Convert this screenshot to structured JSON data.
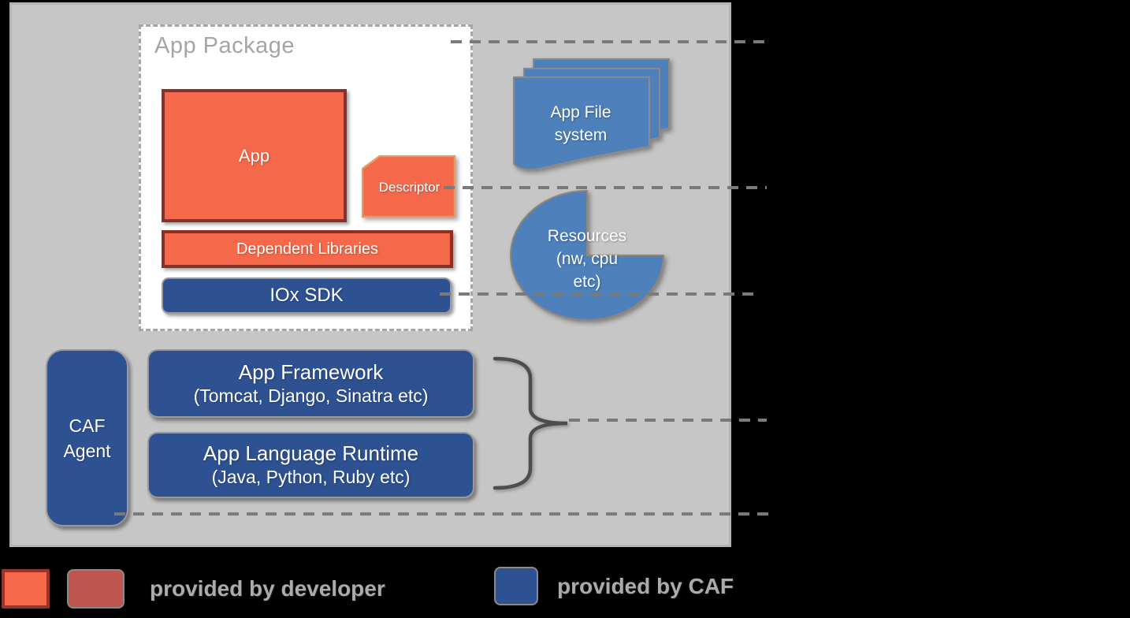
{
  "app_package": {
    "title": "App Package",
    "app_label": "App",
    "descriptor_label": "Descriptor",
    "dependent_libraries_label": "Dependent Libraries",
    "iox_sdk_label": "IOx SDK"
  },
  "platform": {
    "caf_agent_line1": "CAF",
    "caf_agent_line2": "Agent",
    "app_framework_line1": "App Framework",
    "app_framework_line2": "(Tomcat, Django, Sinatra etc)",
    "app_language_runtime_line1": "App Language Runtime",
    "app_language_runtime_line2": "(Java, Python, Ruby etc)"
  },
  "right_shapes": {
    "app_file_system_line1": "App File",
    "app_file_system_line2": "system",
    "resources_line1": "Resources",
    "resources_line2": "(nw, cpu",
    "resources_line3": "etc)"
  },
  "legend": {
    "developer_label": "provided by developer",
    "caf_label": "provided by CAF"
  },
  "colors": {
    "background": "#000000",
    "panel_fill": "#C6C6C6",
    "panel_border": "#B4B4B4",
    "orange_fill": "#F5694A",
    "orange_border": "#8C2F24",
    "descriptor_border": "#E89A62",
    "dark_blue_fill": "#2E5192",
    "medium_blue_fill": "#4E80BC",
    "maroon_fill": "#BE554E",
    "dash_line": "#7A7A7A",
    "brace": "#4D4D4D",
    "title_text": "#A5A5A5",
    "legend_text": "#ABABAB"
  }
}
